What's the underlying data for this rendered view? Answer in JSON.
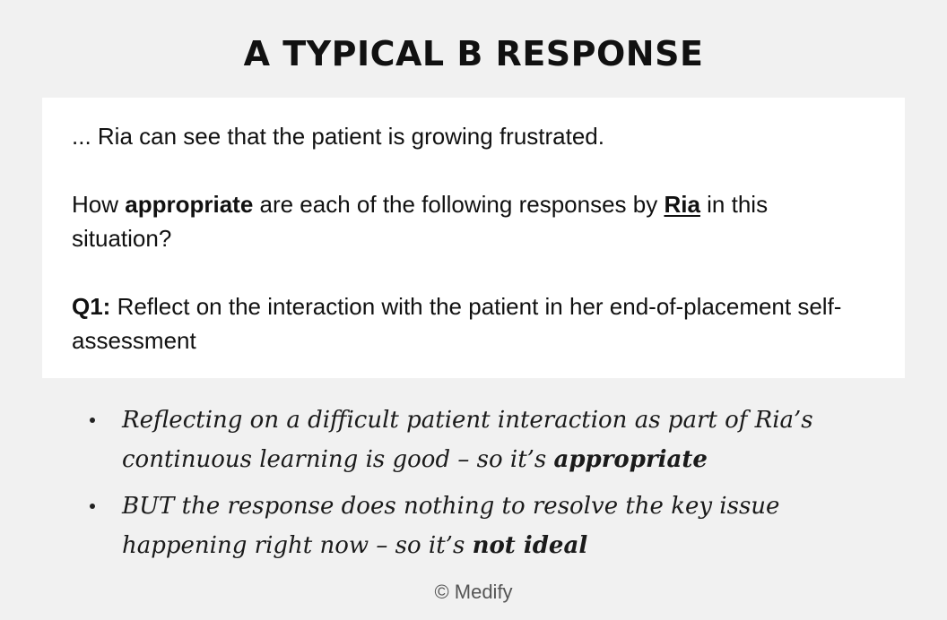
{
  "title": "A TYPICAL B RESPONSE",
  "scenario": {
    "intro": "... Ria can see that the patient is growing frustrated.",
    "question_pre": "How ",
    "question_bold": "appropriate",
    "question_mid": " are each of the following responses by ",
    "question_name": "Ria",
    "question_post": " in this situation?",
    "q_label": "Q1:",
    "q_text": " Reflect on the interaction with the patient in her end-of-placement self-assessment"
  },
  "bullets": [
    {
      "text": "Reflecting on a difficult patient interaction as part of Ria’s continuous learning is good – so it’s ",
      "emphasis": "appropriate"
    },
    {
      "text": "BUT the response does nothing to resolve the key issue happening right now – so it’s ",
      "emphasis": "not ideal"
    }
  ],
  "footer": "© Medify"
}
